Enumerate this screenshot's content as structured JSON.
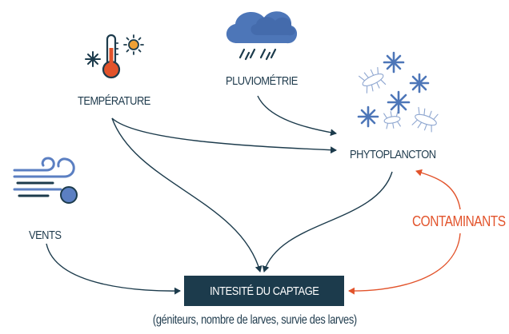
{
  "nodes": {
    "temperature": "TEMPÉRATURE",
    "pluviometrie": "PLUVIOMÉTRIE",
    "phytoplancton": "PHYTOPLANCTON",
    "vents": "VENTS",
    "contaminants": "CONTAMINANTS",
    "captage": "INTESITÉ DU CAPTAGE"
  },
  "subtitle": "(géniteurs, nombre de larves, survie des larves)",
  "colors": {
    "dark": "#1c3b4c",
    "accent_red": "#e2532b",
    "icon_blue": "#5b7fc2",
    "sun_orange": "#f0a035"
  },
  "icons": [
    "thermometer-icon",
    "snowflake-icon",
    "sun-icon",
    "rain-cloud-icon",
    "wind-icon",
    "plankton-icon"
  ]
}
